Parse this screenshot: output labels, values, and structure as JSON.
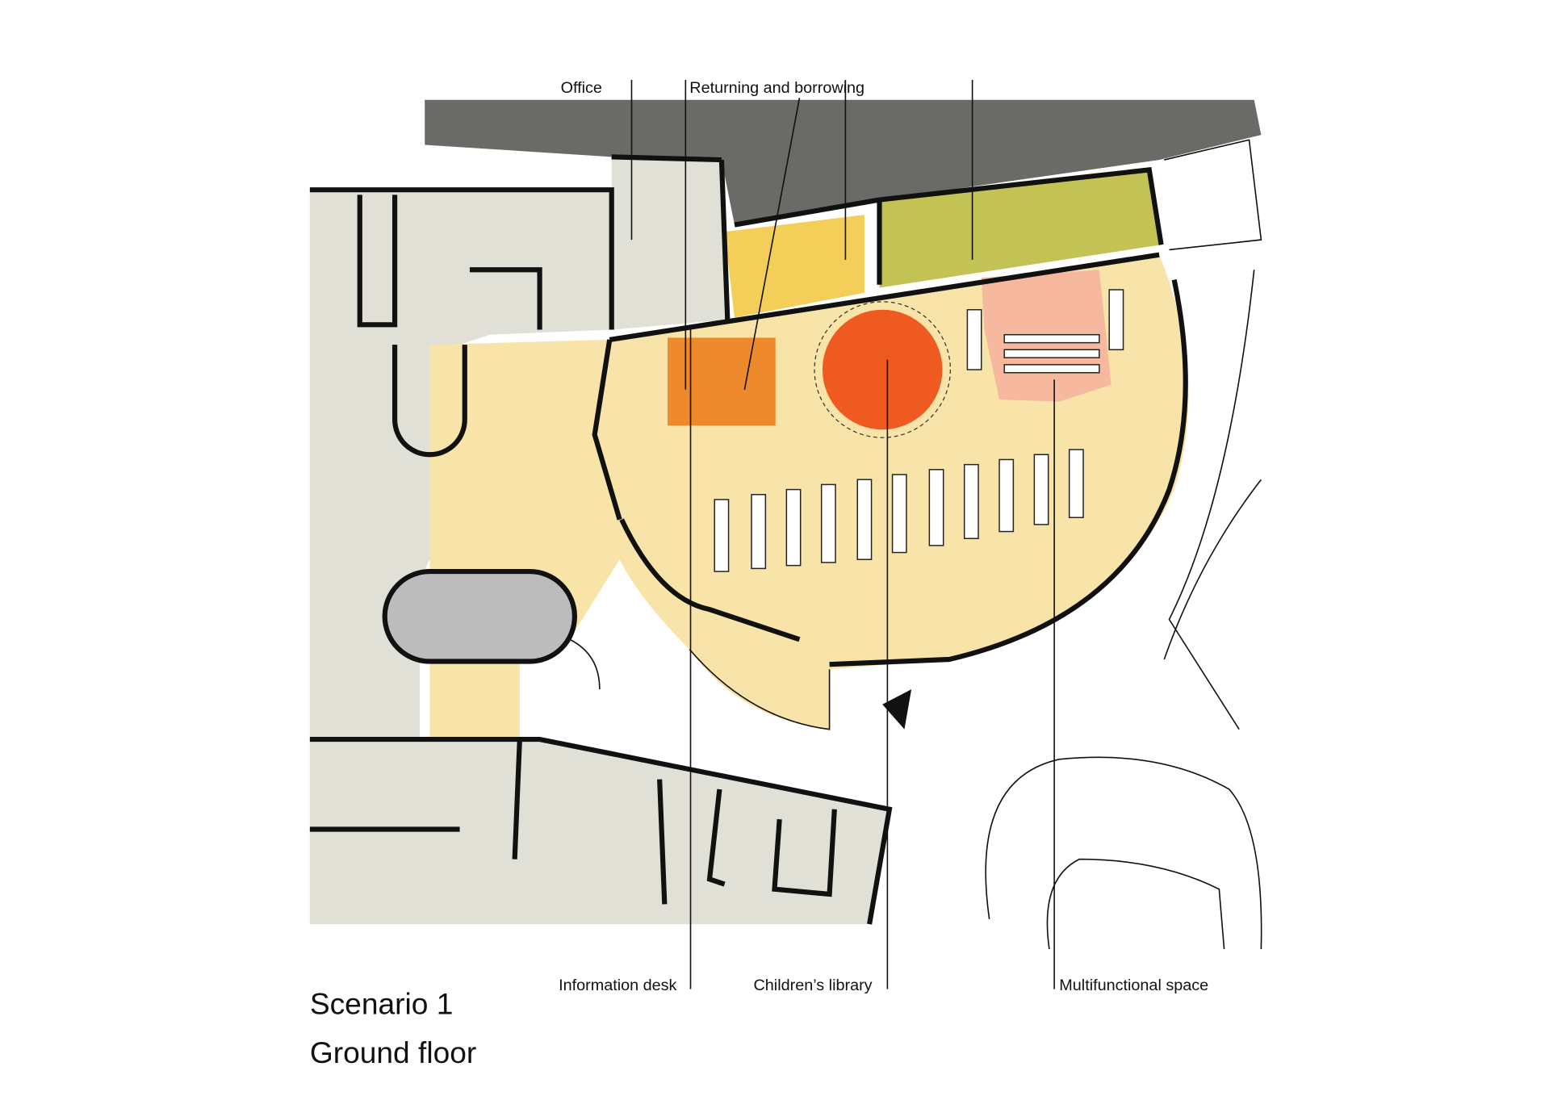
{
  "plan": {
    "title": "Scenario 1",
    "subtitle": "Ground floor",
    "labels": {
      "office": "Office",
      "returning": "Returning and borrowing",
      "information_desk": "Information desk",
      "childrens_library": "Children’s library",
      "multifunctional": "Multifunctional space"
    },
    "colors": {
      "existing_building": "#e1e0d6",
      "street": "#6a6a66",
      "main_hall": "#f8e4a8",
      "study_room": "#f3cf5a",
      "group_room": "#c3c255",
      "childrens_library": "#ee5a1f",
      "info_desk": "#ef8a2c",
      "multifunctional": "#f6b9a0",
      "toilets": "#bcbcbc"
    }
  }
}
